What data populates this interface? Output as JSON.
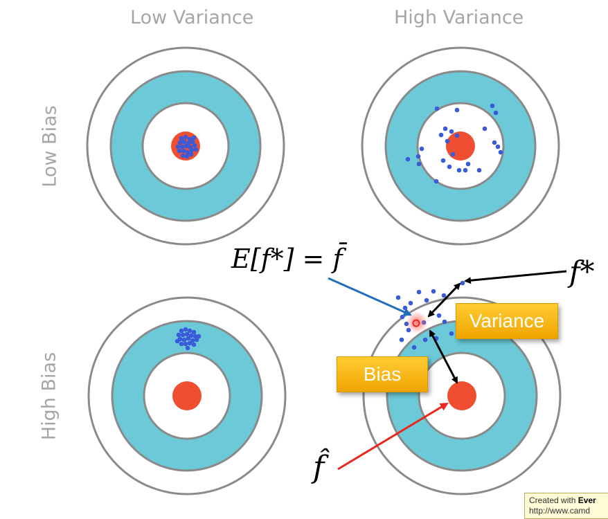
{
  "column_labels": {
    "low_variance": "Low Variance",
    "high_variance": "High Variance"
  },
  "row_labels": {
    "low_bias": "Low Bias",
    "high_bias": "High Bias"
  },
  "annotations": {
    "expectation": "E[f*] = f̄",
    "f_star": "f*",
    "f_hat": "f̂",
    "variance": "Variance",
    "bias": "Bias"
  },
  "watermark": {
    "line1_prefix": "Created with ",
    "line1_brand": "Ever",
    "line2": "http://www.camd"
  },
  "colors": {
    "ring": "#8a8a8a",
    "teal": "#6ccad8",
    "bullseye": "#f04e30",
    "dot": "#3a5bd9",
    "callout": "#f5b400",
    "arrow_blue": "#1f6fbf",
    "arrow_red": "#e8281e",
    "arrow_black": "#000000"
  }
}
